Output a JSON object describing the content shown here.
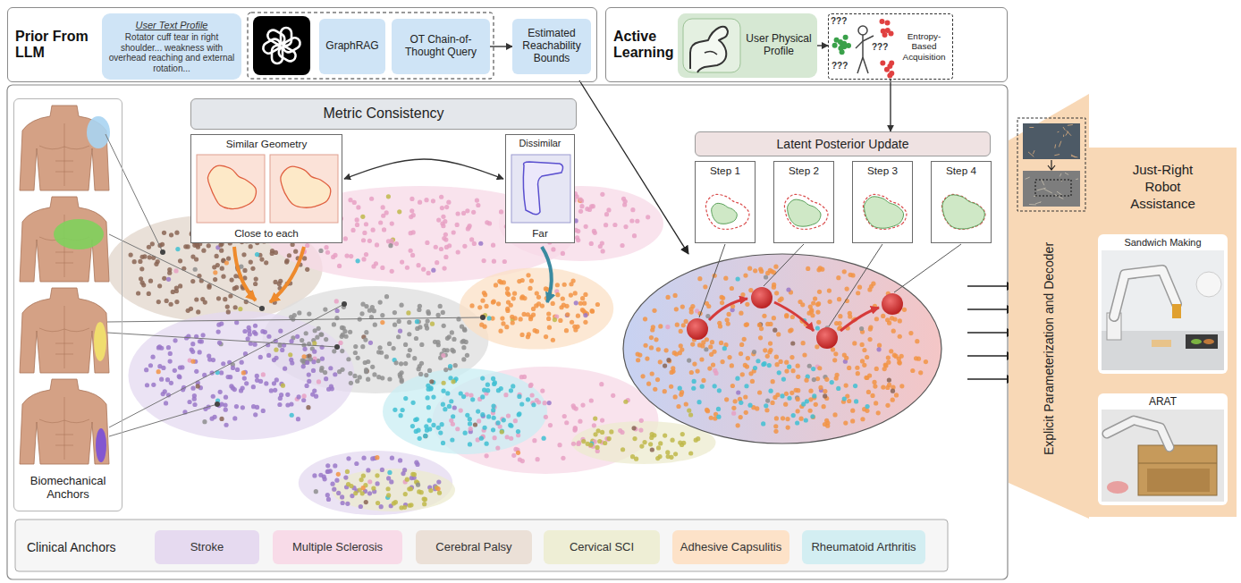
{
  "diagram": {
    "nodes": [
      {
        "text": [
          "Prior From LLM"
        ]
      },
      {
        "text": [
          "User Text Profile",
          "Rotator cuff tear in right shoulder... weakness with overhead reaching and external rotation..."
        ],
        "in": 0
      },
      {
        "text": [
          "GraphRAG"
        ],
        "in": 0
      },
      {
        "text": [
          "OT Chain-of-Thought Query"
        ],
        "in": 0
      },
      {
        "text": [
          "Estimated Reachability Bounds"
        ],
        "in": 0
      },
      {
        "text": [
          "Active Learning"
        ]
      },
      {
        "text": [
          "User Physical Profile"
        ],
        "in": 5
      },
      {
        "text": [
          "Entropy-Based Acquisition"
        ],
        "in": 5
      },
      {
        "text": [
          "Biomechanical Anchors"
        ]
      },
      {
        "text": [
          "Metric Consistency"
        ]
      },
      {
        "text": [
          "Similar Geometry",
          "Close to each"
        ]
      },
      {
        "text": [
          "Dissimilar",
          "Far"
        ]
      },
      {
        "text": [
          "Latent Posterior Update"
        ]
      },
      {
        "text": [
          "Step 1"
        ]
      },
      {
        "text": [
          "Step 2"
        ]
      },
      {
        "text": [
          "Step 3"
        ]
      },
      {
        "text": [
          "Step 4"
        ]
      },
      {
        "text": [
          "Explicit Parameterization and Decoder"
        ]
      },
      {
        "text": [
          "Just-Right Robot Assistance"
        ]
      },
      {
        "text": [
          "Sandwich Making"
        ],
        "in": 18
      },
      {
        "text": [
          "ARAT"
        ],
        "in": 18
      }
    ],
    "edges": [
      {
        "from": 3,
        "to": 4,
        "arrow": "to"
      },
      {
        "from": 6,
        "to": 7,
        "arrow": "to"
      },
      {
        "from": 7,
        "to": 12,
        "arrow": "to"
      },
      {
        "from": 10,
        "to": 11,
        "arrow": "both"
      }
    ],
    "labels": [
      "Clinical Anchors",
      "???",
      "???",
      "???"
    ],
    "legend": [
      {
        "text": "Stroke",
        "color": "#e6daf0"
      },
      {
        "text": "Multiple Sclerosis",
        "color": "#f8dbe8"
      },
      {
        "text": "Cerebral Palsy",
        "color": "#ebe0d7"
      },
      {
        "text": "Cervical SCI",
        "color": "#eeeed5"
      },
      {
        "text": "Adhesive Capsulitis",
        "color": "#fde2c8"
      },
      {
        "text": "Rheumatoid Arthritis",
        "color": "#d3eef2"
      }
    ]
  }
}
